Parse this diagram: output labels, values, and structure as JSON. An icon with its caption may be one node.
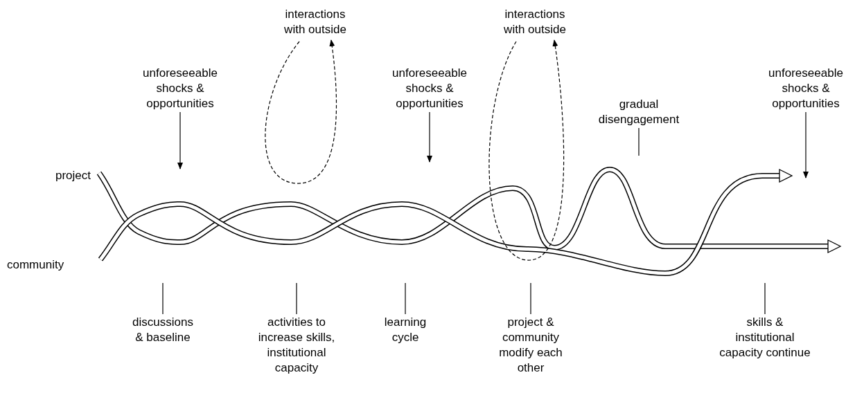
{
  "diagram": {
    "nodes": [
      {
        "text": [
          "interactions with outside"
        ]
      },
      {
        "text": [
          "interactions with outside"
        ]
      },
      {
        "text": [
          "unforeseeable shocks & opportunities"
        ]
      },
      {
        "text": [
          "unforeseeable shocks & opportunities"
        ]
      },
      {
        "text": [
          "gradual disengagement"
        ]
      },
      {
        "text": [
          "unforeseeable shocks & opportunities"
        ]
      },
      {
        "text": [
          "discussions & baseline"
        ]
      },
      {
        "text": [
          "activities to increase skills, institutional capacity"
        ]
      },
      {
        "text": [
          "learning cycle"
        ]
      },
      {
        "text": [
          "project & community modify each other"
        ]
      },
      {
        "text": [
          "skills & institutional capacity continue"
        ]
      }
    ],
    "edges": [
      {
        "from": null,
        "to": 0,
        "arrow": "to",
        "style": "dashed"
      },
      {
        "from": null,
        "to": 1,
        "arrow": "to",
        "style": "dashed"
      },
      {
        "from": 2,
        "to": null,
        "arrow": "to"
      },
      {
        "from": 3,
        "to": null,
        "arrow": "to"
      },
      {
        "from": 4,
        "to": null,
        "arrow": "none"
      },
      {
        "from": 5,
        "to": null,
        "arrow": "to"
      },
      {
        "from": 6,
        "to": null,
        "arrow": "none"
      },
      {
        "from": 7,
        "to": null,
        "arrow": "none"
      },
      {
        "from": 8,
        "to": null,
        "arrow": "none"
      },
      {
        "from": 9,
        "to": null,
        "arrow": "none"
      },
      {
        "from": 10,
        "to": null,
        "arrow": "none"
      }
    ],
    "labels": [
      "project",
      "community"
    ]
  }
}
